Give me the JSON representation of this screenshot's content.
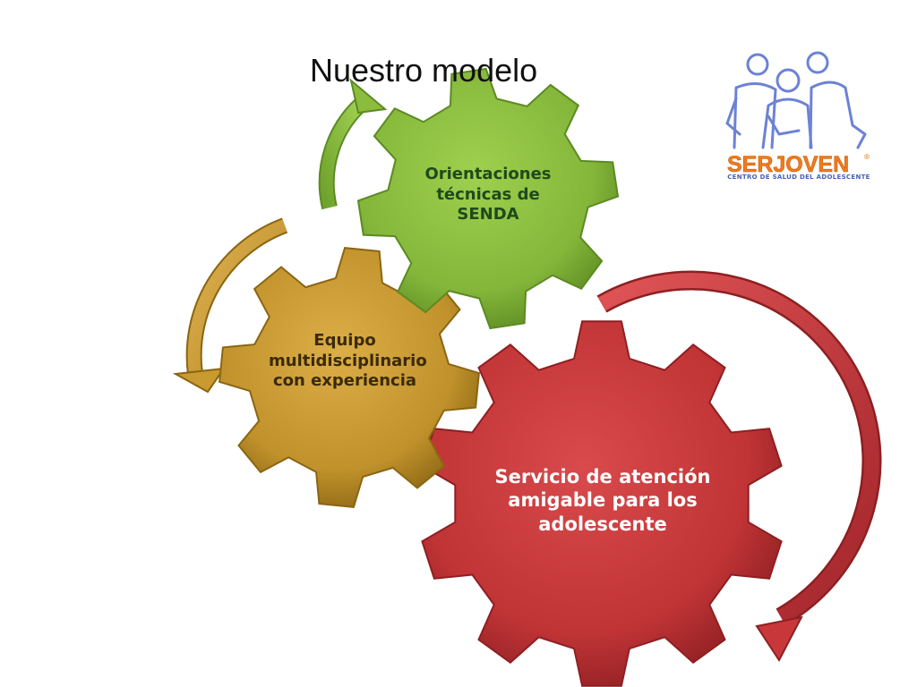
{
  "slide": {
    "title": "Nuestro modelo"
  },
  "gears": {
    "green": {
      "label": "Orientaciones técnicas de SENDA",
      "color": "#8cbc3e"
    },
    "gold": {
      "label": "Equipo multidisciplinario con experiencia",
      "color": "#c99a30"
    },
    "red": {
      "label": "Servicio de atención amigable para los adolescente",
      "color": "#c8383a"
    }
  },
  "logo": {
    "name": "SERJOVEN",
    "tagline": "CENTRO DE SALUD DEL ADOLESCENTE",
    "name_color": "#f07c1c",
    "figure_color": "#6c82d6"
  }
}
